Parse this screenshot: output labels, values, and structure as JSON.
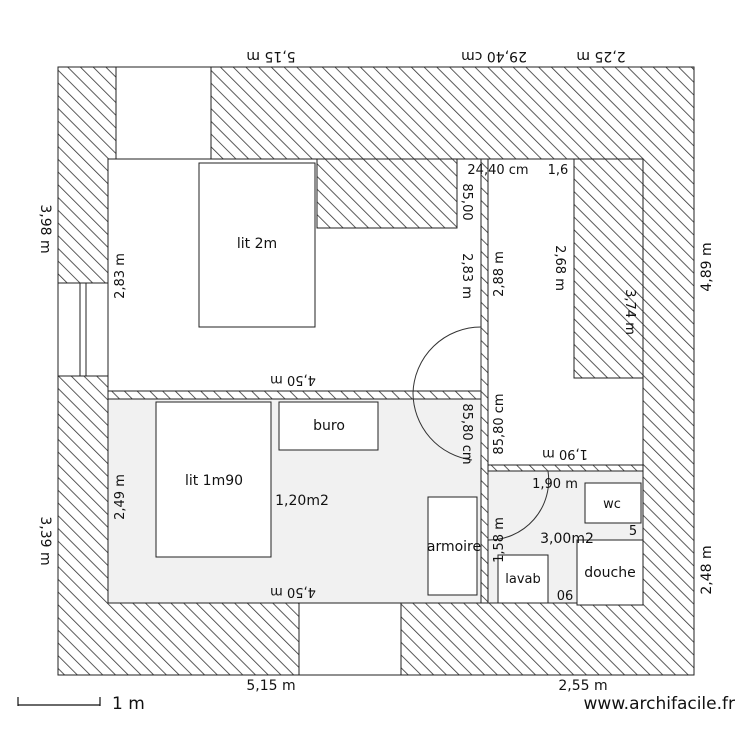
{
  "rooms": {
    "bed1": "lit 2m",
    "bed2": "lit 1m90",
    "desk": "buro",
    "wardrobe": "armoire",
    "wc": "wc",
    "sink": "lavab",
    "shower": "douche",
    "area_bedroom2": "1,20m2",
    "area_bath": "3,00m2"
  },
  "dims": {
    "top_left": "5,15 m",
    "top_mid": "29,40 cm",
    "top_right": "2,25 m",
    "left_upper": "3,98 m",
    "left_lower": "3,39 m",
    "right_upper": "4,89 m",
    "right_lower": "2,48 m",
    "bottom_left": "5,15 m",
    "bottom_right": "2,55 m",
    "room1_height": "2,83 m",
    "room1_height_right": "2,83 m",
    "room1_width": "4,50 m",
    "room2_width_bottom": "4,50 m",
    "room2_height": "2,49 m",
    "corridor_height": "2,88 m",
    "closet_width": "85,00",
    "door_width": "85,80 cm",
    "right_room_height": "2,68 m",
    "right_room_tall": "3,74 m",
    "top_cm": "24,40 cm",
    "top_small": "1,6",
    "right_room_width": "1,90 m",
    "bath_width": "1,90 m",
    "bath_gap": "1,58 m",
    "small_5": "5",
    "small_06": "06"
  },
  "scale": {
    "label": "1 m"
  },
  "watermark": "www.archifacile.fr"
}
